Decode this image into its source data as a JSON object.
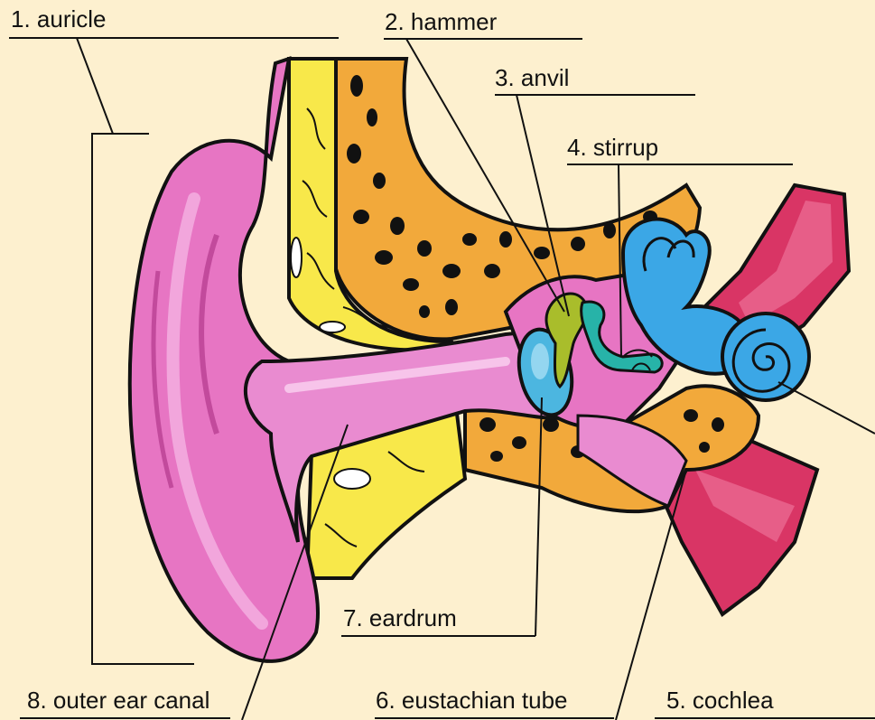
{
  "colors": {
    "background": "#fdf0cf",
    "skin": "#e775c3",
    "skin_dark": "#c24a9c",
    "canal": "#e98bd0",
    "bone": "#f2a93b",
    "fat": "#f8e84a",
    "inner_ear": "#3ba7e6",
    "ossicle_green": "#a9bd2b",
    "ossicle_teal": "#27b3a8",
    "nerve_red": "#d93565",
    "outline": "#111111"
  },
  "labels": {
    "auricle": "1. auricle",
    "hammer": "2. hammer",
    "anvil": "3. anvil",
    "stirrup": "4. stirrup",
    "cochlea": "5. cochlea",
    "eustachian_tube": "6. eustachian tube",
    "eardrum": "7. eardrum",
    "outer_ear_canal": "8. outer ear canal"
  }
}
